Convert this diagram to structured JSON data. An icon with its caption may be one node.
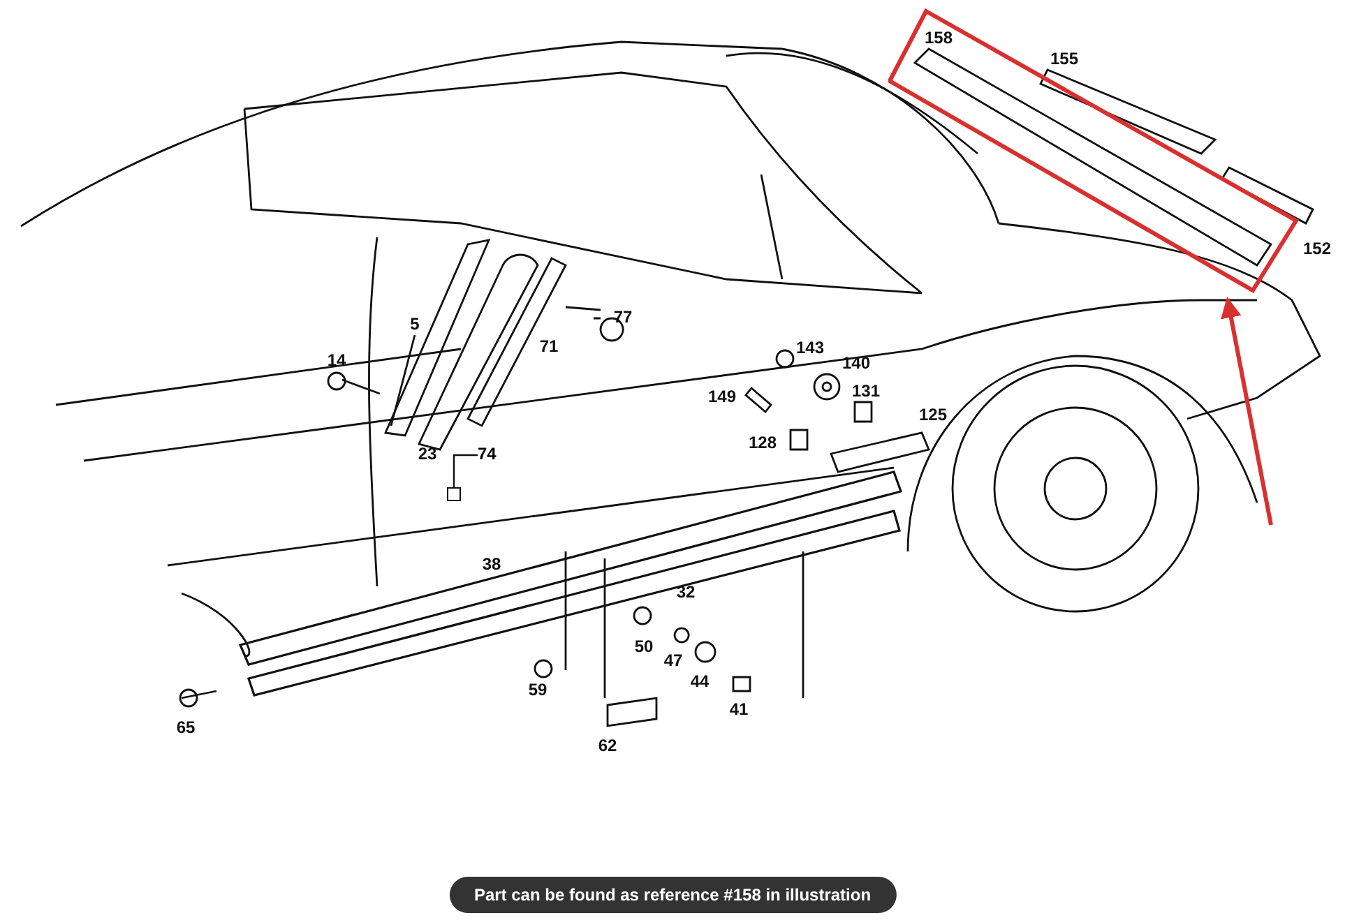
{
  "diagram": {
    "caption": "Part can be found as reference #158 in illustration",
    "nodes": [
      {
        "text": [],
        "shape": "box"
      },
      {
        "text": [
          "74"
        ]
      },
      {
        "text": [],
        "shape": "box"
      }
    ],
    "edges": [
      {
        "from": null,
        "to": 0,
        "arrow": "to",
        "style": "thick",
        "color": "#d9302f"
      },
      {
        "from": 1,
        "to": 2,
        "arrow": "none",
        "color": "#111111"
      }
    ],
    "labels": [
      "158",
      "155",
      "152",
      "77",
      "5",
      "71",
      "14",
      "143",
      "140",
      "149",
      "131",
      "125",
      "128",
      "23",
      "38",
      "32",
      "50",
      "47",
      "44",
      "59",
      "41",
      "65",
      "62"
    ]
  }
}
